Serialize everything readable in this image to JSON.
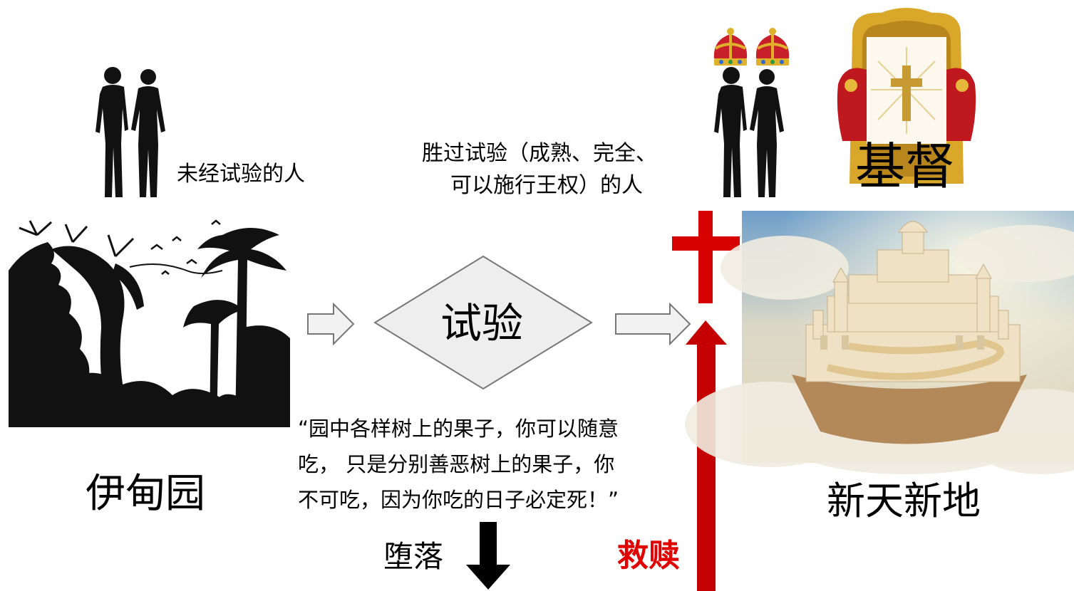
{
  "labels": {
    "untested_people": "未经试验的人",
    "overcomers_line1": "胜过试验（成熟、完全、",
    "overcomers_line2": "可以施行王权）的人",
    "christ": "基督",
    "trial": "试验",
    "eden": "伊甸园",
    "new_heaven_earth": "新天新地",
    "fall": "堕落",
    "redemption": "救赎"
  },
  "quote": {
    "line1": "“园中各样树上的果子，你可以随意",
    "line2": "吃， 只是分别善恶树上的果子，你",
    "line3": "不可吃，因为你吃的日子必定死！”"
  },
  "colors": {
    "redemption_red": "#e00000",
    "arrow_red": "#c40000",
    "cross_red": "#d60000",
    "diamond_fill": "#eeeeee",
    "arrow_outline_fill": "#f2f2f2"
  },
  "icons": {
    "couple": "man-woman-silhouette",
    "crown": "royal-crown",
    "throne": "throne-with-cross",
    "jungle": "jungle-silhouette",
    "city": "heavenly-city"
  }
}
